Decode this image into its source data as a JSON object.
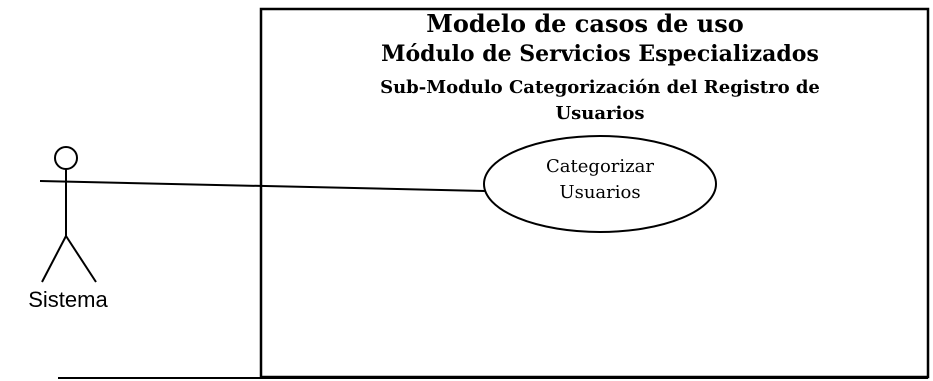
{
  "system": {
    "title_lines": [
      "Modelo de casos de uso",
      "Módulo de Servicios Especializados",
      "Sub-Modulo Categorización del Registro de",
      "Usuarios"
    ]
  },
  "use_case": {
    "label_lines": [
      "Categorizar",
      "Usuarios"
    ]
  },
  "actor": {
    "name": "Sistema"
  }
}
